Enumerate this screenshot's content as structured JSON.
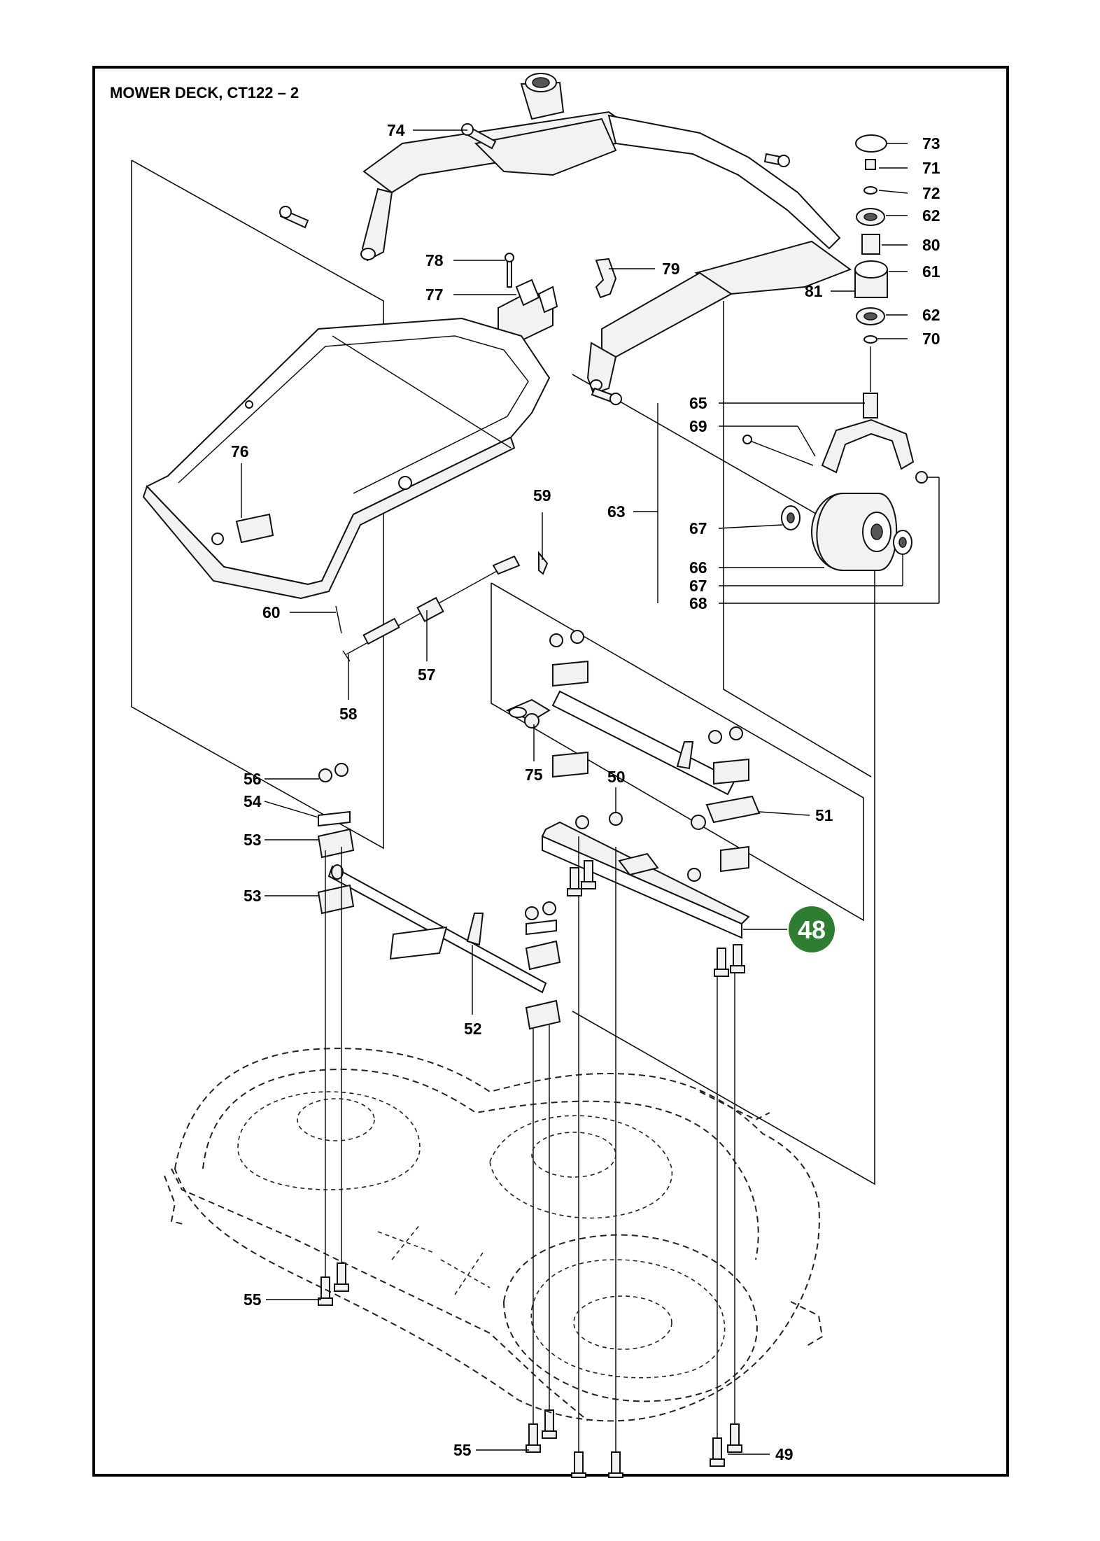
{
  "title": "MOWER DECK, CT122 – 2",
  "highlight": {
    "label": "48",
    "color": "#2f7d32"
  },
  "callouts": {
    "c73": "73",
    "c71": "71",
    "c72": "72",
    "c62a": "62",
    "c80": "80",
    "c61": "61",
    "c81": "81",
    "c62b": "62",
    "c70": "70",
    "c74": "74",
    "c78": "78",
    "c77": "77",
    "c79": "79",
    "c76": "76",
    "c65": "65",
    "c69": "69",
    "c63": "63",
    "c67a": "67",
    "c66": "66",
    "c67b": "67",
    "c68": "68",
    "c59": "59",
    "c60": "60",
    "c57": "57",
    "c58": "58",
    "c56": "56",
    "c54": "54",
    "c53a": "53",
    "c53b": "53",
    "c75": "75",
    "c50": "50",
    "c51": "51",
    "c52": "52",
    "c55a": "55",
    "c55b": "55",
    "c49": "49"
  }
}
